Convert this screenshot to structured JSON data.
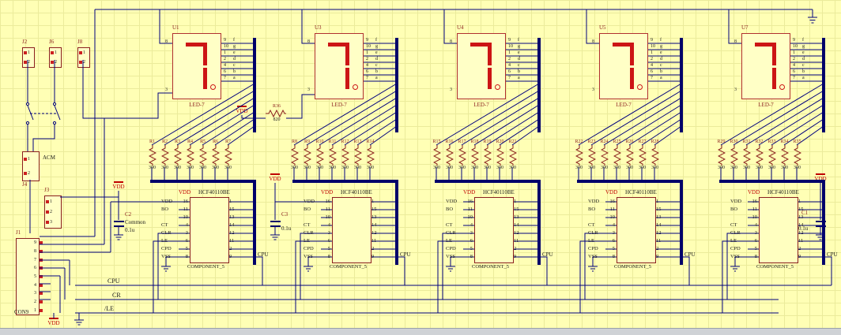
{
  "palette": {
    "bg": "#ffffb5",
    "grid": "#ebeb9b",
    "wire": "#00007d",
    "outline": "#8b1f1f",
    "segment": "#cc1515",
    "vdd": "#c00000"
  },
  "power": {
    "vdd": "VDD"
  },
  "nets": {
    "cpu": "CPU",
    "cr": "CR",
    "le": "/LE"
  },
  "displays": {
    "part_label": "LED-7",
    "left_pin_top": "8",
    "left_pin_bottom": "3",
    "right_pins": [
      {
        "num": "9",
        "seg": "f"
      },
      {
        "num": "10",
        "seg": "g"
      },
      {
        "num": "1",
        "seg": "e"
      },
      {
        "num": "2",
        "seg": "d"
      },
      {
        "num": "4",
        "seg": "c"
      },
      {
        "num": "6",
        "seg": "b"
      },
      {
        "num": "7",
        "seg": "a"
      }
    ]
  },
  "units": [
    {
      "display_ref": "U1"
    },
    {
      "display_ref": "U3"
    },
    {
      "display_ref": "U4"
    },
    {
      "display_ref": "U5"
    },
    {
      "display_ref": "U7"
    }
  ],
  "resistors": {
    "value": "300",
    "groups": [
      {
        "refs": [
          "R1",
          "R2",
          "R3",
          "R4",
          "R5",
          "R6",
          "R7"
        ]
      },
      {
        "refs": [
          "R8",
          "R9",
          "R10",
          "R11",
          "R12",
          "R13",
          "R14"
        ]
      },
      {
        "refs": [
          "R15",
          "R16",
          "R17",
          "R18",
          "R19",
          "R20",
          "R21"
        ]
      },
      {
        "refs": [
          "R22",
          "R23",
          "R24",
          "R25",
          "R26",
          "R27",
          "R28"
        ]
      },
      {
        "refs": [
          "R29",
          "R30",
          "R31",
          "R32",
          "R33",
          "R34",
          "R35"
        ]
      }
    ]
  },
  "r36": {
    "ref": "R36",
    "value": "820"
  },
  "ic": {
    "part": "HCF40110BE",
    "vdd_label": "VDD",
    "bottom_label": "COMPONENT_5",
    "right_net": "CPU",
    "left_rows": [
      {
        "name": "VDD",
        "pin": "16"
      },
      {
        "name": "BO",
        "pin": "11"
      },
      {
        "name": "",
        "pin": "10"
      },
      {
        "name": "CT",
        "pin": "4"
      },
      {
        "name": "CLR",
        "pin": "3"
      },
      {
        "name": "LE",
        "pin": "6"
      },
      {
        "name": "CPD",
        "pin": "5"
      },
      {
        "name": "VSS",
        "pin": "8"
      }
    ],
    "right_pins": [
      "1",
      "15",
      "13",
      "14",
      "12",
      "11",
      "2",
      "9"
    ]
  },
  "capacitors": {
    "c2": {
      "ref": "C2",
      "note": "Common",
      "value": "0.1u"
    },
    "c3": {
      "ref": "C3",
      "value": "0.1u"
    },
    "c1": {
      "ref": "C1",
      "value": "0.1u"
    }
  },
  "connectors": {
    "j2": {
      "ref": "J2",
      "pins": [
        "1",
        "2"
      ]
    },
    "j6": {
      "ref": "J6",
      "pins": [
        "1",
        "2"
      ]
    },
    "j8": {
      "ref": "J8",
      "pins": [
        "1",
        "2"
      ]
    },
    "j4": {
      "ref": "J4",
      "label": "ACM",
      "pins": [
        "1",
        "2"
      ]
    },
    "j3": {
      "ref": "J3",
      "pins": [
        "1",
        "2",
        "3"
      ]
    },
    "j1": {
      "ref": "J1",
      "name": "CON9",
      "pins": [
        "9",
        "8",
        "7",
        "6",
        "5",
        "4",
        "3",
        "2",
        "1"
      ]
    }
  }
}
